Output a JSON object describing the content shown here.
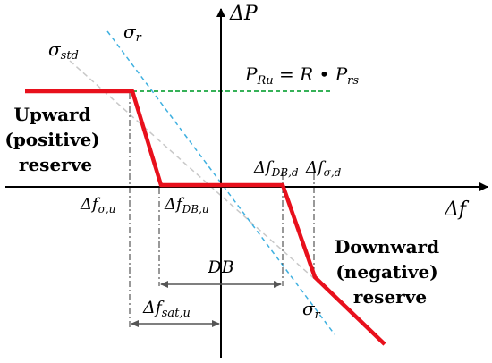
{
  "axes": {
    "y_label": "ΔP",
    "x_label": "Δf"
  },
  "lines": {
    "sigma_r_top": "σ",
    "sigma_r_top_sub": "r",
    "sigma_std": "σ",
    "sigma_std_sub": "std",
    "sigma_r_bottom": "σ",
    "sigma_r_bottom_sub": "r"
  },
  "equation": {
    "lhs": "P",
    "lhs_sub": "Ru",
    "eq": " = ",
    "r": "R",
    "dot": " • ",
    "p": "P",
    "p_sub": "rs"
  },
  "regions": {
    "upward_line1": "Upward",
    "upward_line2": "(positive)",
    "upward_line3": "reserve",
    "downward_line1": "Downward",
    "downward_line2": "(negative)",
    "downward_line3": "reserve"
  },
  "points": {
    "f_sigma_u": "Δf",
    "f_sigma_u_sub": "σ,u",
    "f_db_u": "Δf",
    "f_db_u_sub": "DB,u",
    "f_db_d": "Δf",
    "f_db_d_sub": "DB,d",
    "f_sigma_d": "Δf",
    "f_sigma_d_sub": "σ,d"
  },
  "spans": {
    "db": "DB",
    "f_sat_u": "Δf",
    "f_sat_u_sub": "sat,u"
  },
  "colors": {
    "characteristic": "#e8101c",
    "reserve_limit": "#1aa640",
    "sigma_r": "#3fb0e0",
    "sigma_std": "#c8c8c8",
    "axis": "#000000",
    "dimension": "#555555"
  }
}
